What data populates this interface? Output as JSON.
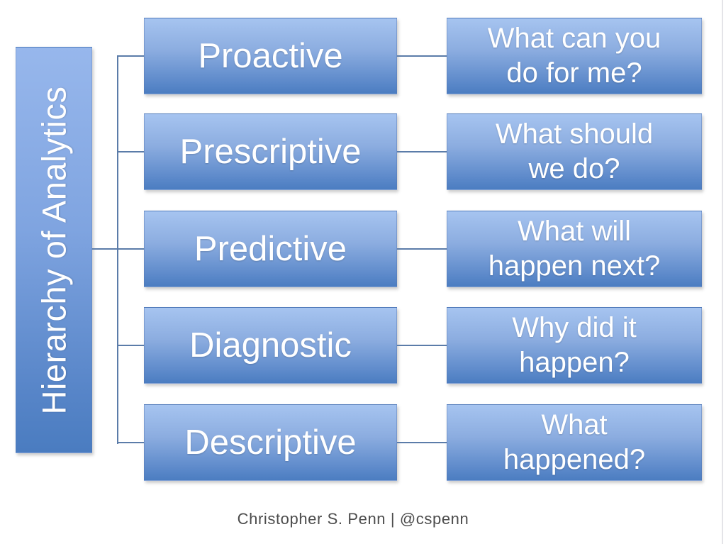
{
  "diagram": {
    "title": "Hierarchy of Analytics",
    "type": "hierarchy",
    "rows": [
      {
        "level": "Proactive",
        "question": "What can you\ndo for me?"
      },
      {
        "level": "Prescriptive",
        "question": "What should\nwe do?"
      },
      {
        "level": "Predictive",
        "question": "What will\nhappen next?"
      },
      {
        "level": "Diagnostic",
        "question": "Why did it\nhappen?"
      },
      {
        "level": "Descriptive",
        "question": "What\nhappened?"
      }
    ]
  },
  "footer": {
    "credit": "Christopher S. Penn | @cspenn"
  },
  "colors": {
    "box_gradient_top": "#a6c4f0",
    "box_gradient_bottom": "#4b7dc1",
    "bar_gradient_top": "#97b7ec",
    "bar_gradient_bottom": "#4a7cc0",
    "connector_line": "#5b7ca9",
    "box_text": "#ffffff",
    "footer_text": "#4c4c4c",
    "page_edge_line": "#e4e4e8"
  }
}
